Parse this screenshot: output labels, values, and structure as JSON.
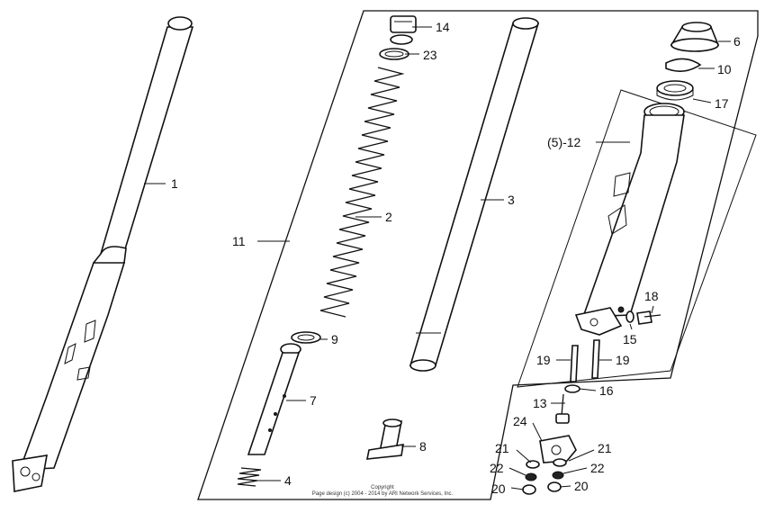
{
  "callouts": {
    "p1": "1",
    "p2": "2",
    "p3": "3",
    "p4": "4",
    "p6": "6",
    "p7": "7",
    "p8": "8",
    "p9": "9",
    "p10": "10",
    "p11": "11",
    "p12": "(5)-12",
    "p13": "13",
    "p14": "14",
    "p15": "15",
    "p16": "16",
    "p17": "17",
    "p18": "18",
    "p19a": "19",
    "p19b": "19",
    "p20a": "20",
    "p20b": "20",
    "p21a": "21",
    "p21b": "21",
    "p22a": "22",
    "p22b": "22",
    "p23": "23",
    "p24": "24"
  },
  "copyright": {
    "line1": "Copyright",
    "line2": "Page design (c) 2004 - 2014 by ARI Network Services, Inc."
  }
}
